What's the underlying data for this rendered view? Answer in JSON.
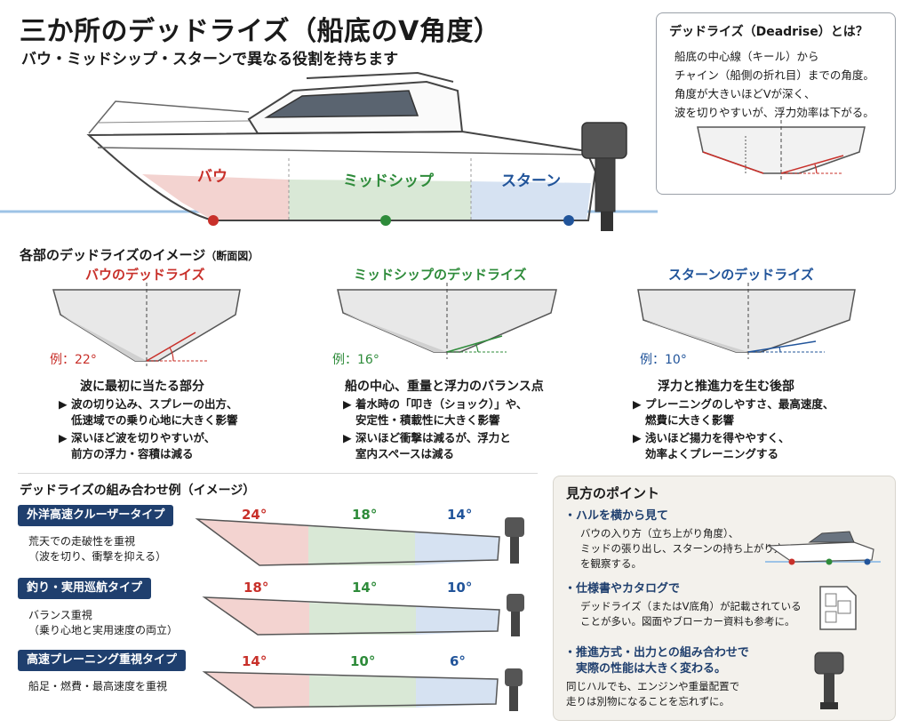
{
  "header": {
    "title": "三か所のデッドライズ（船底のV角度）",
    "subtitle": "バウ・ミッドシップ・スターンで異なる役割を持ちます"
  },
  "definition": {
    "title": "デッドライズ（Deadrise）とは？",
    "lines": [
      "船底の中心線（キール）から",
      "チャイン（船側の折れ目）までの角度。",
      "角度が大きいほどVが深く、",
      "波を切りやすいが、浮力効率は下がる。"
    ]
  },
  "boat_zones": {
    "bow": "バウ",
    "mid": "ミッドシップ",
    "stern": "スターン"
  },
  "sections": {
    "heading": "各部のデッドライズのイメージ",
    "heading_note": "（断面図）",
    "columns": [
      {
        "title": "バウのデッドライズ",
        "example": "例：22°",
        "subtitle": "波に最初に当たる部分",
        "bullets": [
          [
            "波の切り込み、スプレーの出方、",
            "低速域での乗り心地に大きく影響"
          ],
          [
            "深いほど波を切りやすいが、",
            "前方の浮力・容積は減る"
          ]
        ]
      },
      {
        "title": "ミッドシップのデッドライズ",
        "example": "例：16°",
        "subtitle": "船の中心、重量と浮力のバランス点",
        "bullets": [
          [
            "着水時の「叩き（ショック）」や、",
            "安定性・積載性に大きく影響"
          ],
          [
            "深いほど衝撃は減るが、浮力と",
            "室内スペースは減る"
          ]
        ]
      },
      {
        "title": "スターンのデッドライズ",
        "example": "例：10°",
        "subtitle": "浮力と推進力を生む後部",
        "bullets": [
          [
            "プレーニングのしやすさ、最高速度、",
            "燃費に大きく影響"
          ],
          [
            "浅いほど揚力を得ややすく、",
            "効率よくプレーニングする"
          ]
        ]
      }
    ]
  },
  "combos": {
    "heading": "デッドライズの組み合わせ例（イメージ）",
    "types": [
      {
        "name": "外洋高速クルーザータイプ",
        "desc": [
          "荒天での走破性を重視",
          "（波を切り、衝撃を抑える）"
        ],
        "degrees": [
          "24°",
          "18°",
          "14°"
        ]
      },
      {
        "name": "釣り・実用巡航タイプ",
        "desc": [
          "バランス重視",
          "（乗り心地と実用速度の両立）"
        ],
        "degrees": [
          "18°",
          "14°",
          "10°"
        ]
      },
      {
        "name": "高速プレーニング重視タイプ",
        "desc": [
          "船足・燃費・最高速度を重視"
        ],
        "degrees": [
          "14°",
          "10°",
          "6°"
        ]
      }
    ]
  },
  "points": {
    "title": "見方のポイント",
    "items": [
      {
        "head": [
          "・ハルを横から見て"
        ],
        "body": [
          "バウの入り方（立ち上がり角度）、",
          "ミッドの張り出し、スターンの持ち上がり方",
          "を観察する。"
        ]
      },
      {
        "head": [
          "・仕様書やカタログで"
        ],
        "body": [
          "デッドライズ（またはV底角）が記載されている",
          "ことが多い。図面やブローカー資料も参考に。"
        ]
      },
      {
        "head": [
          "・推進方式・出力との組み合わせで",
          "　実際の性能は大きく変わる。"
        ],
        "body": [
          "同じハルでも、エンジンや重量配置で",
          "走りは別物になることを忘れずに。"
        ]
      }
    ]
  },
  "colors": {
    "bow": "#c8302a",
    "mid": "#2e8b3a",
    "stern": "#21549a",
    "badge": "#1f3f6e"
  }
}
